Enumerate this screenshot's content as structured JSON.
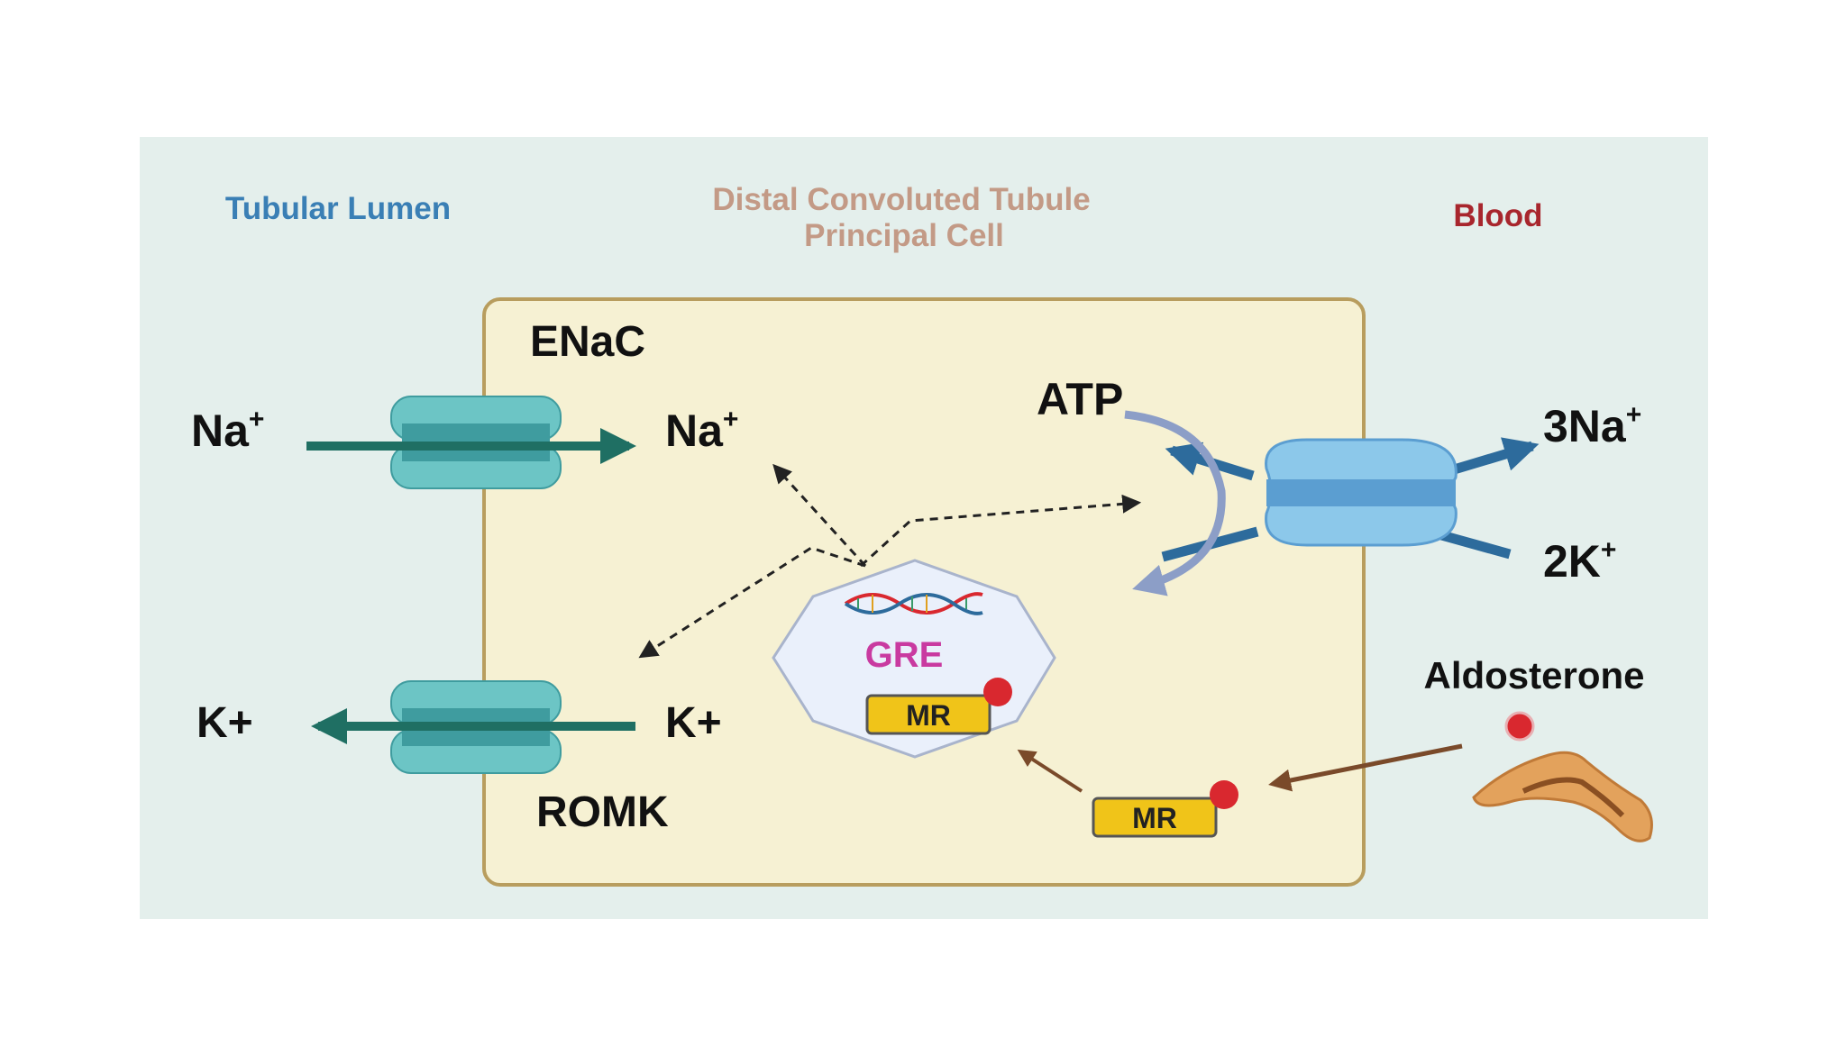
{
  "headers": {
    "lumen": "Tubular Lumen",
    "cell_line1": "Distal Convoluted Tubule",
    "cell_line2": "Principal Cell",
    "blood": "Blood"
  },
  "channels": {
    "enac": "ENaC",
    "romk": "ROMK"
  },
  "ions": {
    "na_lumen": "Na",
    "na_cell": "Na",
    "plus_sup": "+",
    "k_lumen": "K+",
    "k_cell": "K+",
    "atp": "ATP",
    "na3": "3Na",
    "k2": "2K"
  },
  "nucleus": {
    "gre": "GRE",
    "mr": "MR"
  },
  "cytoplasm": {
    "mr": "MR"
  },
  "hormone": {
    "aldosterone": "Aldosterone"
  },
  "colors": {
    "background": "#e4efec",
    "cell_fill": "#f6f1d3",
    "cell_border": "#b89d5e",
    "lumen_text": "#3a7fb5",
    "cell_text": "#c39a86",
    "blood_text": "#a8262d",
    "channel": "#6cc5c5",
    "channel_dark": "#3f9c9f",
    "arrow_teal": "#1f6f63",
    "pump": "#8cc8ea",
    "pump_band": "#5b9ed1",
    "pump_arrow": "#2d6b9c",
    "gre": "#c93aa0",
    "mr_fill": "#f0c419",
    "ligand": "#d9282f",
    "gland": "#e3a25c"
  },
  "icons": [
    "dna-icon",
    "adrenal-gland-icon",
    "ligand-dot-icon"
  ]
}
